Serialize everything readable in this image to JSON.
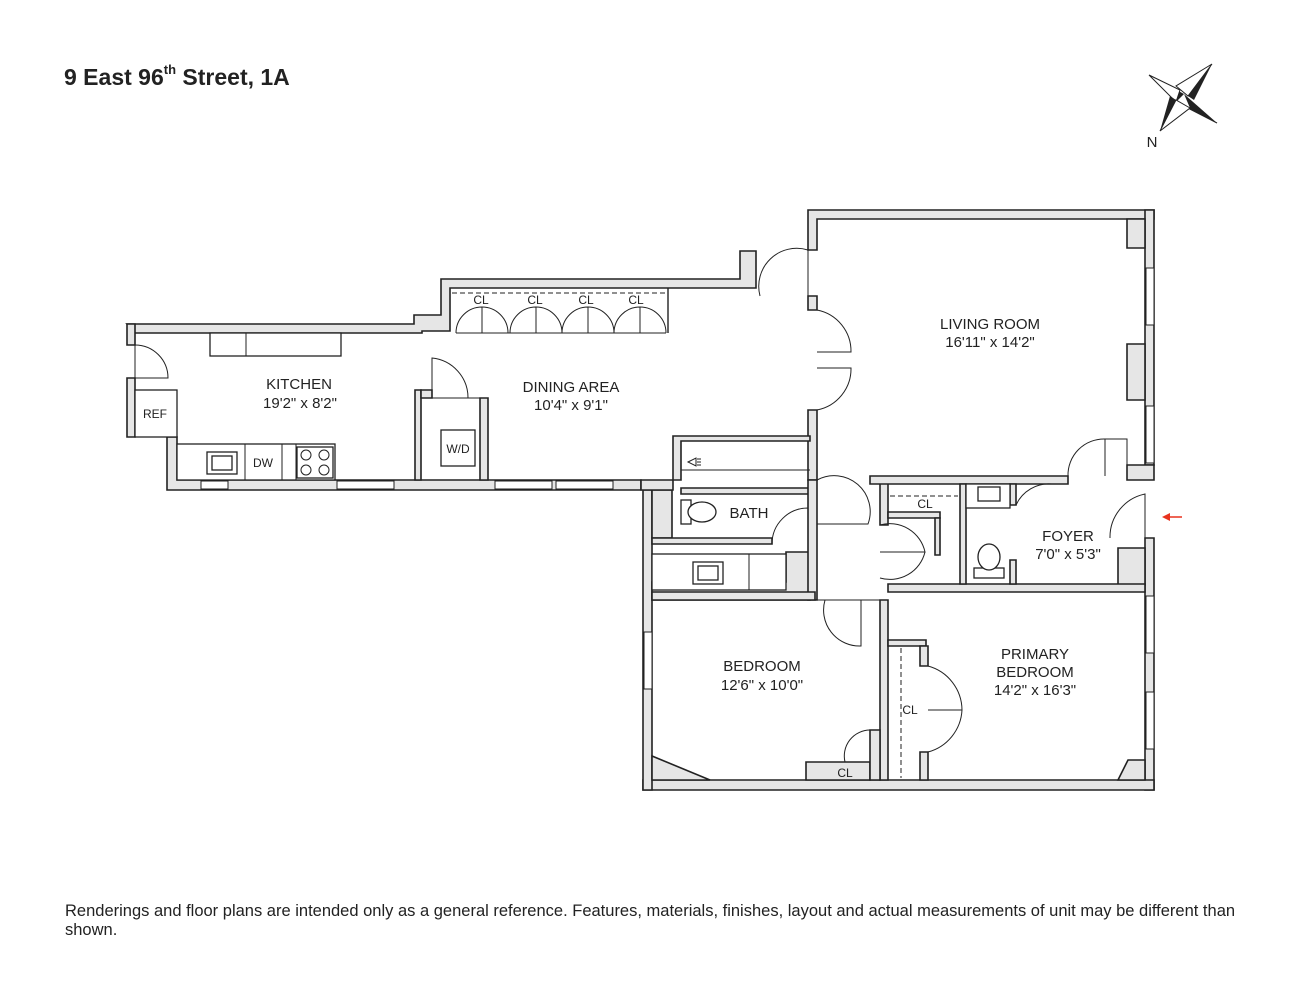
{
  "title": {
    "main": "9 East 96",
    "sup": "th",
    "rest": " Street, 1A"
  },
  "compass": {
    "label": "N"
  },
  "rooms": {
    "kitchen": {
      "name": "KITCHEN",
      "dims": "19'2\" x 8'2\""
    },
    "dining": {
      "name": "DINING AREA",
      "dims": "10'4\" x 9'1\""
    },
    "living": {
      "name": "LIVING ROOM",
      "dims": "16'11\" x 14'2\""
    },
    "bath": {
      "name": "BATH"
    },
    "foyer": {
      "name": "FOYER",
      "dims": "7'0\" x 5'3\""
    },
    "bedroom": {
      "name": "BEDROOM",
      "dims": "12'6\" x 10'0\""
    },
    "primary": {
      "name1": "PRIMARY",
      "name2": "BEDROOM",
      "dims": "14'2\" x 16'3\""
    }
  },
  "fixtures": {
    "ref": "REF",
    "dw": "DW",
    "wd": "W/D",
    "cl": "CL"
  },
  "entry_arrow_color": "#e8321e",
  "disclaimer": "Renderings and floor plans are intended only as a general reference. Features, materials, finishes, layout and actual measurements of unit may be different than shown."
}
